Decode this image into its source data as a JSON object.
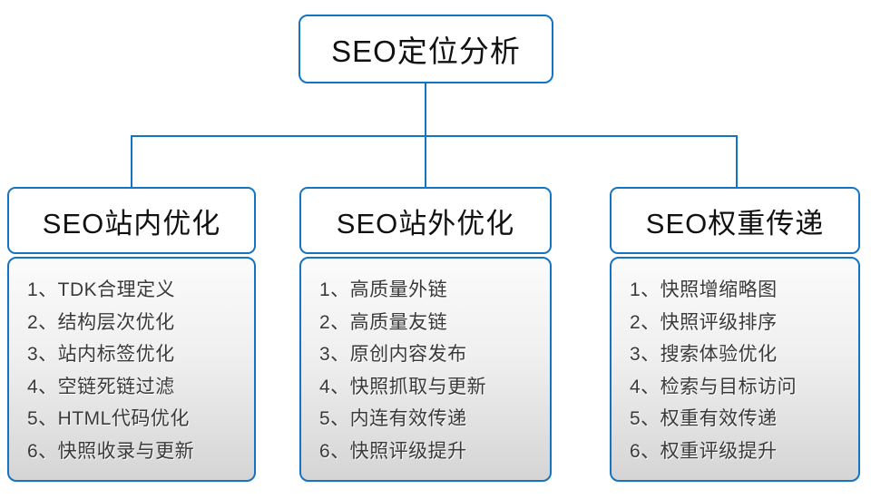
{
  "colors": {
    "accent": "#1474c4"
  },
  "root": {
    "label": "SEO定位分析"
  },
  "columns": [
    {
      "header": "SEO站内优化",
      "items": [
        "1、TDK合理定义",
        "2、结构层次优化",
        "3、站内标签优化",
        "4、空链死链过滤",
        "5、HTML代码优化",
        "6、快照收录与更新"
      ]
    },
    {
      "header": "SEO站外优化",
      "items": [
        "1、高质量外链",
        "2、高质量友链",
        "3、原创内容发布",
        "4、快照抓取与更新",
        "5、内连有效传递",
        "6、快照评级提升"
      ]
    },
    {
      "header": "SEO权重传递",
      "items": [
        "1、快照增缩略图",
        "2、快照评级排序",
        "3、搜索体验优化",
        "4、检索与目标访问",
        "5、权重有效传递",
        "6、权重评级提升"
      ]
    }
  ]
}
